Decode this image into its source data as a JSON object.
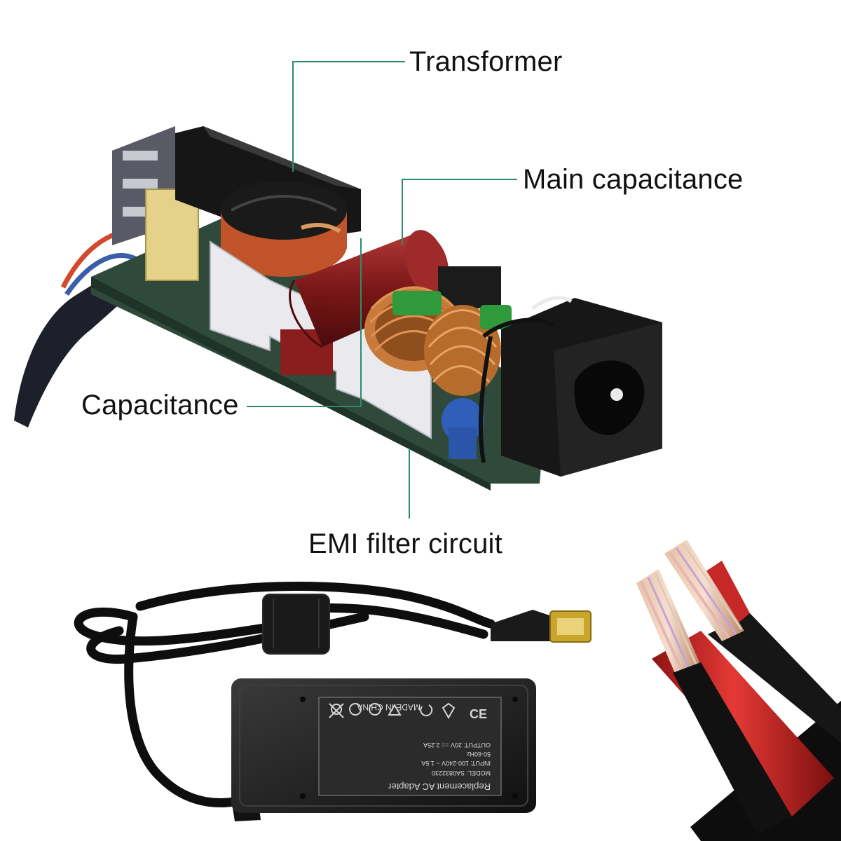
{
  "labels": {
    "transformer": "Transformer",
    "main_capacitance": "Main capacitance",
    "capacitance": "Capacitance",
    "emi_filter": "EMI filter circuit"
  },
  "adapter_label": {
    "made_in": "MADE IN CHINA",
    "title": "Replacement AC Adapter",
    "model": "MODEL: SA0832230",
    "input": "INPUT: 100-240V ~ 1.5A",
    "input_freq": "50-60Hz",
    "output": "OUTPUT: 20V == 2.25A"
  },
  "colors": {
    "callout_line": "#2e8b6e",
    "pcb": "#2f4a3a",
    "capacitor": "#8a1d1d",
    "adapter": "#222222",
    "wire_red": "#c62828",
    "copper": "#c77a3a"
  },
  "icons": [
    "transformer-icon",
    "capacitor-icon",
    "ac-socket-icon",
    "usb-tip-icon"
  ]
}
